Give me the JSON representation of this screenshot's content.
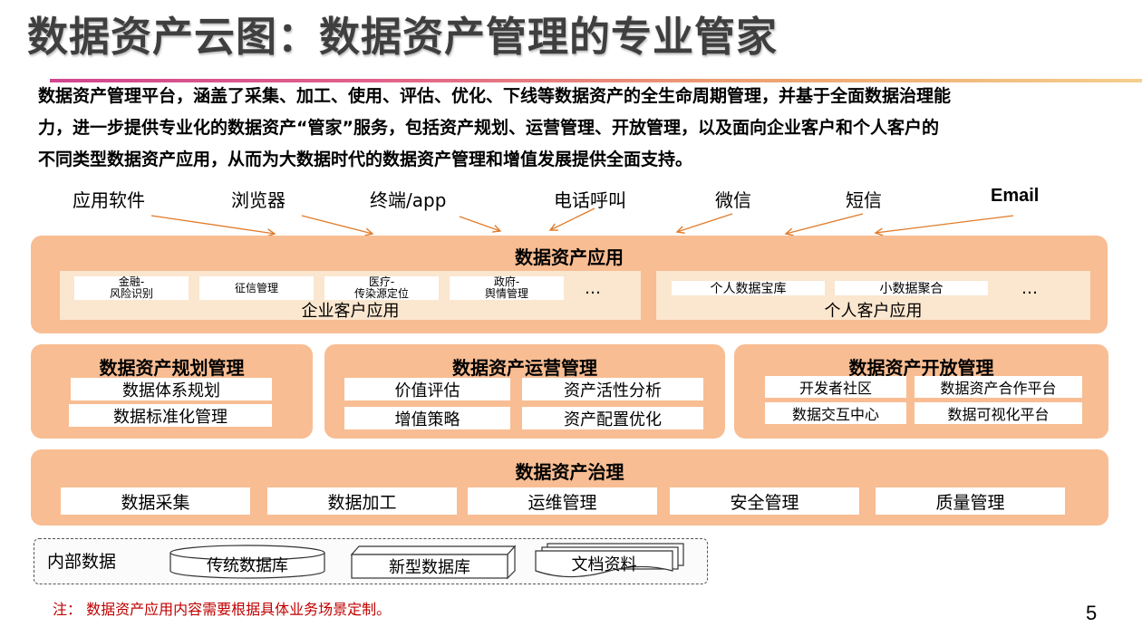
{
  "title": "数据资产云图：数据资产管理的专业管家",
  "intro": [
    "数据资产管理平台，涵盖了采集、加工、使用、评估、优化、下线等数据资产的全生命周期管理，并基于全面数据治理能",
    "力，进一步提供专业化的数据资产“管家”服务，包括资产规划、运营管理、开放管理，以及面向企业客户和个人客户的",
    "不同类型数据资产应用，从而为大数据时代的数据资产管理和增值发展提供全面支持。"
  ],
  "channels": [
    "应用软件",
    "浏览器",
    "终端/app",
    "电话呼叫",
    "微信",
    "短信",
    "Email"
  ],
  "application": {
    "title": "数据资产应用",
    "enterprise": {
      "items": [
        "金融-\n风险识别",
        "征信管理",
        "医疗-\n传染源定位",
        "政府-\n舆情管理"
      ],
      "more": "…",
      "label": "企业客户应用"
    },
    "personal": {
      "items": [
        "个人数据宝库",
        "小数据聚合"
      ],
      "more": "…",
      "label": "个人客户应用"
    }
  },
  "planning": {
    "title": "数据资产规划管理",
    "items": [
      "数据体系规划",
      "数据标准化管理"
    ]
  },
  "operation": {
    "title": "数据资产运营管理",
    "items": [
      "价值评估",
      "资产活性分析",
      "增值策略",
      "资产配置优化"
    ]
  },
  "opening": {
    "title": "数据资产开放管理",
    "items": [
      "开发者社区",
      "数据资产合作平台",
      "数据交互中心",
      "数据可视化平台"
    ]
  },
  "governance": {
    "title": "数据资产治理",
    "items": [
      "数据采集",
      "数据加工",
      "运维管理",
      "安全管理",
      "质量管理"
    ]
  },
  "internal": {
    "label": "内部数据",
    "stores": [
      "传统数据库",
      "新型数据库",
      "文档资料"
    ]
  },
  "note": "注：  数据资产应用内容需要根据具体业务场景定制。",
  "page_number": "5",
  "colors": {
    "panel": "#f8bd93",
    "sub_panel": "#fbe6cf",
    "arrow": "#e07b2a",
    "note": "#c00000"
  }
}
